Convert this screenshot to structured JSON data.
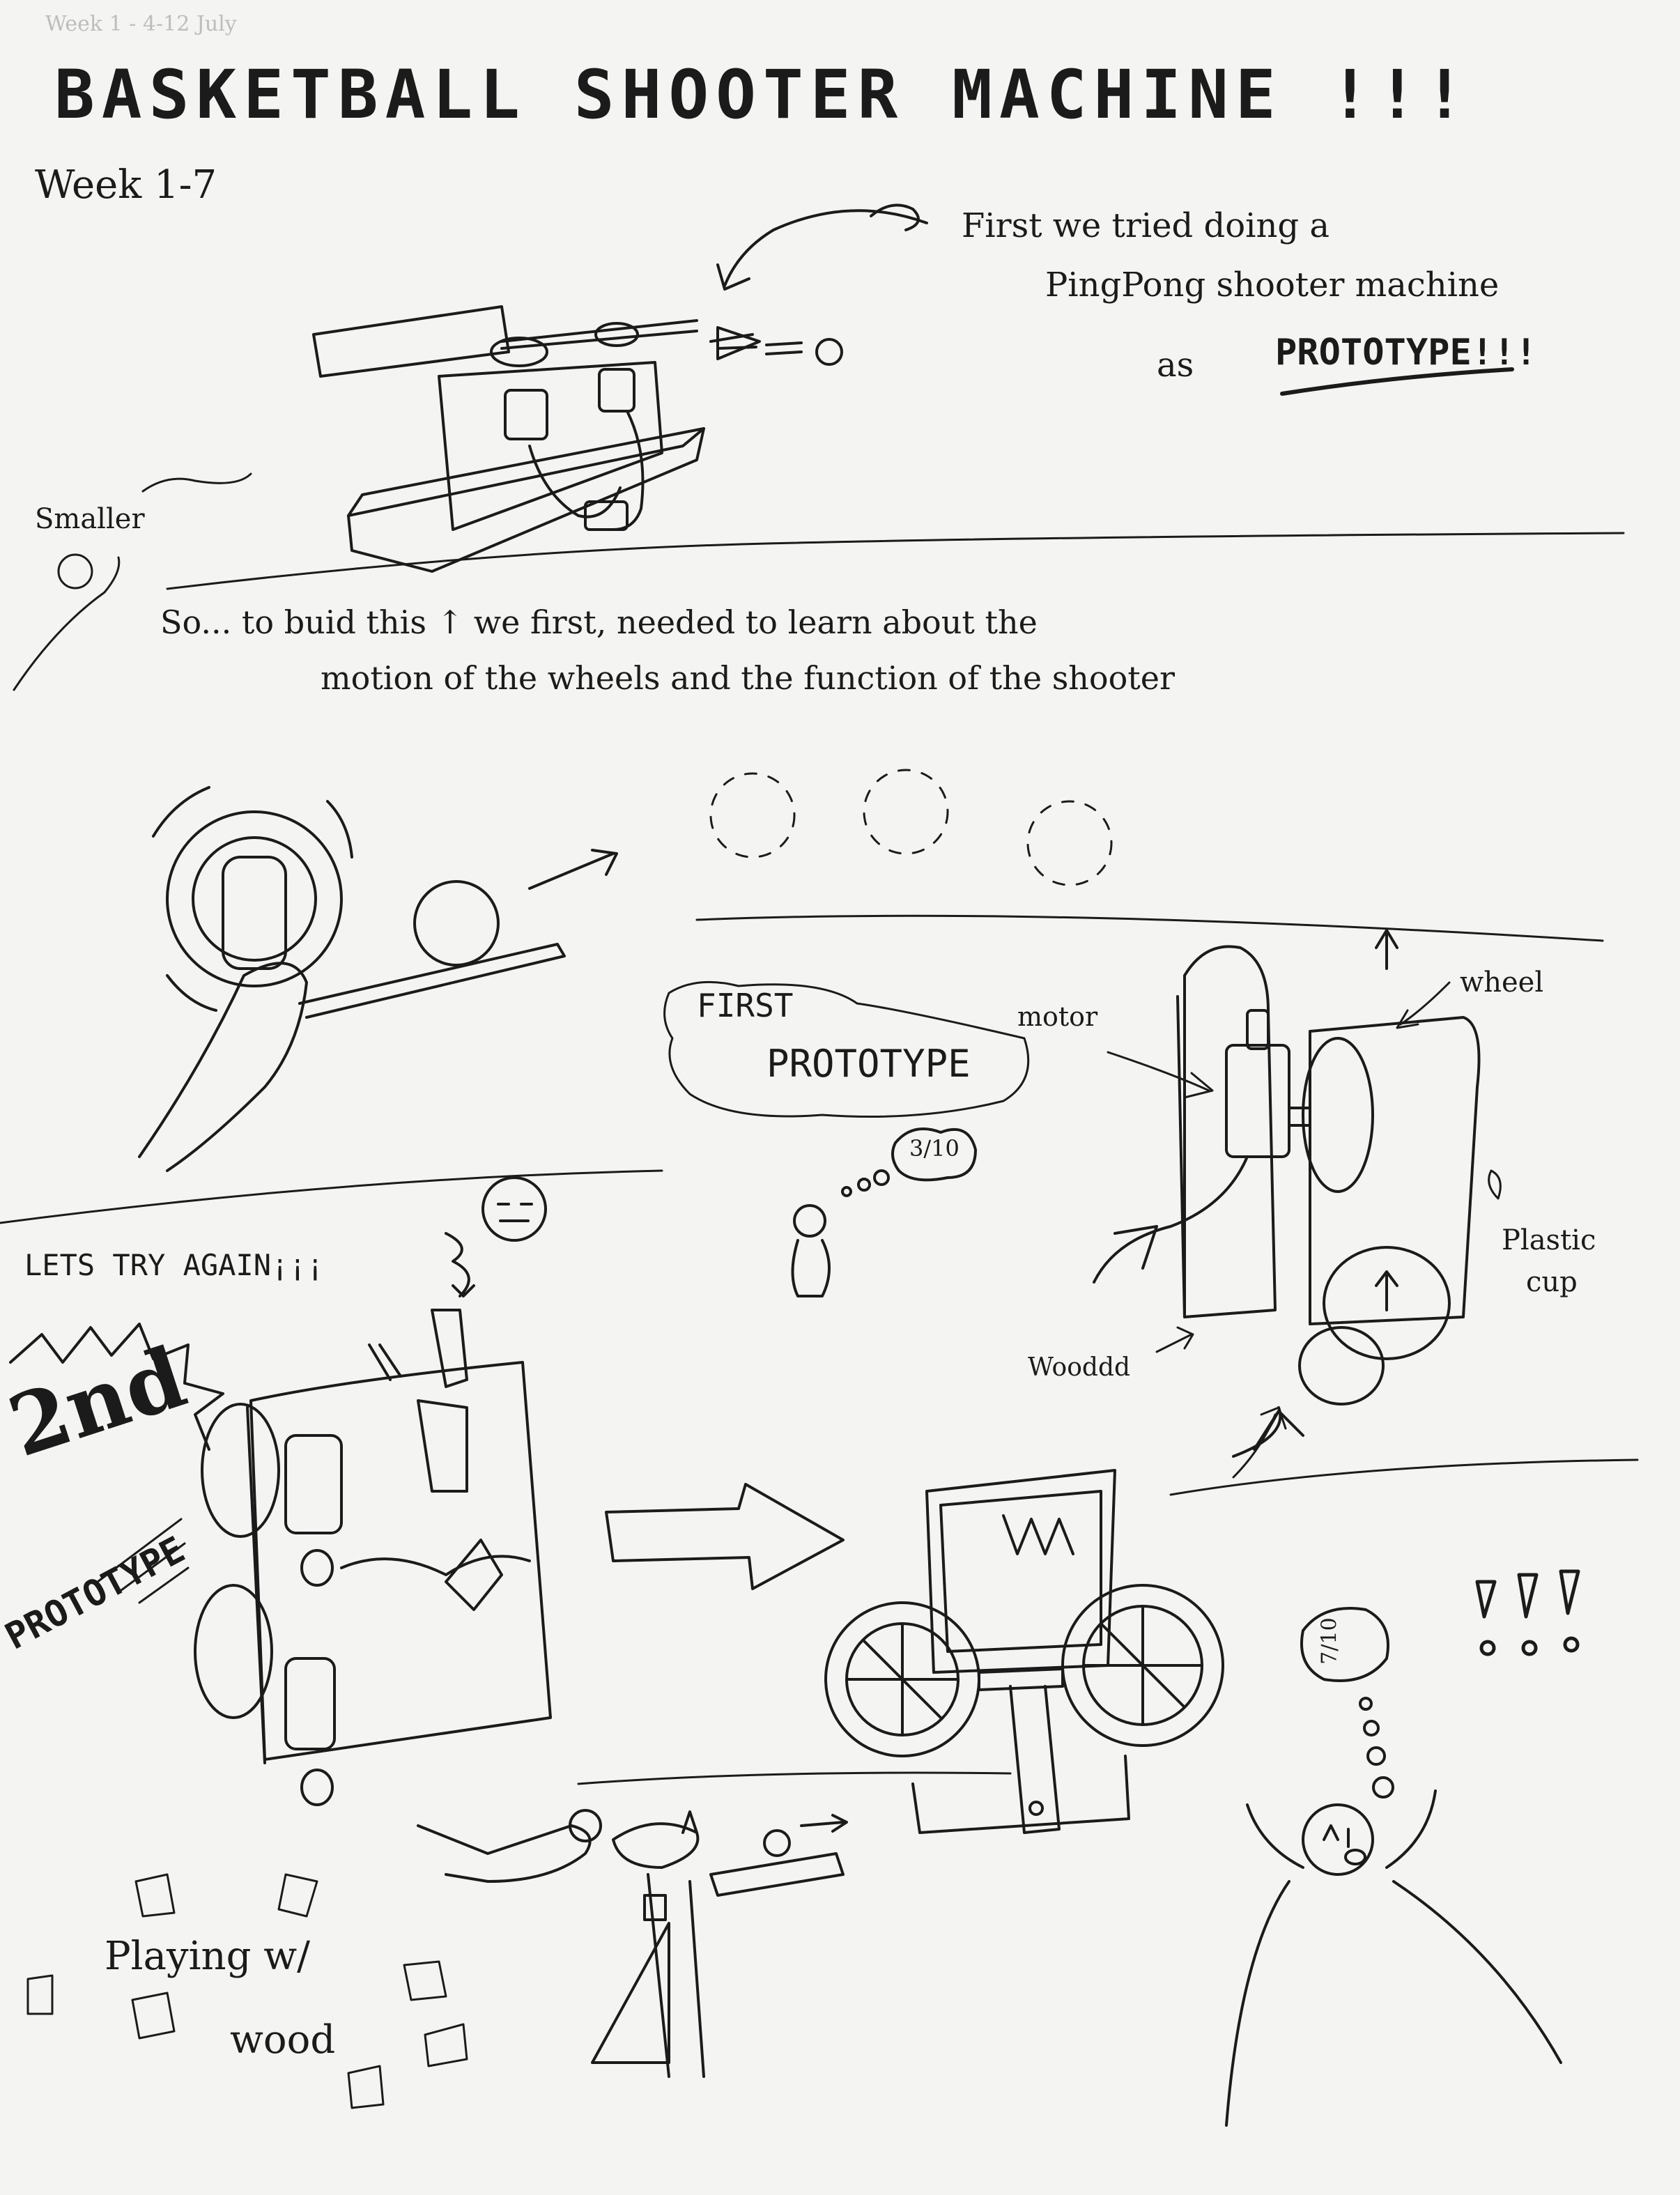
{
  "heading": {
    "faint_date": "Week 1 - 4-12 July",
    "title": "BASKETBALL SHOOTER MACHINE !!!",
    "week": "Week 1-7"
  },
  "intro": {
    "line1": "First we tried doing a",
    "line2": "PingPong shooter machine",
    "line3_prefix": "as",
    "line3_emphasis": "PROTOTYPE!!!",
    "smaller": "Smaller"
  },
  "learning": {
    "line1": "So... to buid this ↑ we first, needed to learn about the",
    "line2": "motion of the wheels and the function of the shooter"
  },
  "first_prototype": {
    "bubble_line1": "FIRST",
    "bubble_line2": "PROTOTYPE",
    "label_motor": "motor",
    "label_wheel": "wheel",
    "label_cup_line1": "Plastic",
    "label_cup_line2": "cup",
    "label_wood": "Wooddd",
    "score": "3/10"
  },
  "second_prototype": {
    "try_again": "LETS TRY AGAIN¡¡¡",
    "label_2nd": "2nd",
    "label_prototype": "PROTOTYPE",
    "score": "7/10",
    "playing_line1": "Playing w/",
    "playing_line2": "wood"
  },
  "icons": [
    "smiley-face-icon",
    "neutral-face-icon",
    "happy-face-icon",
    "arrow-icon",
    "ball-icon"
  ]
}
